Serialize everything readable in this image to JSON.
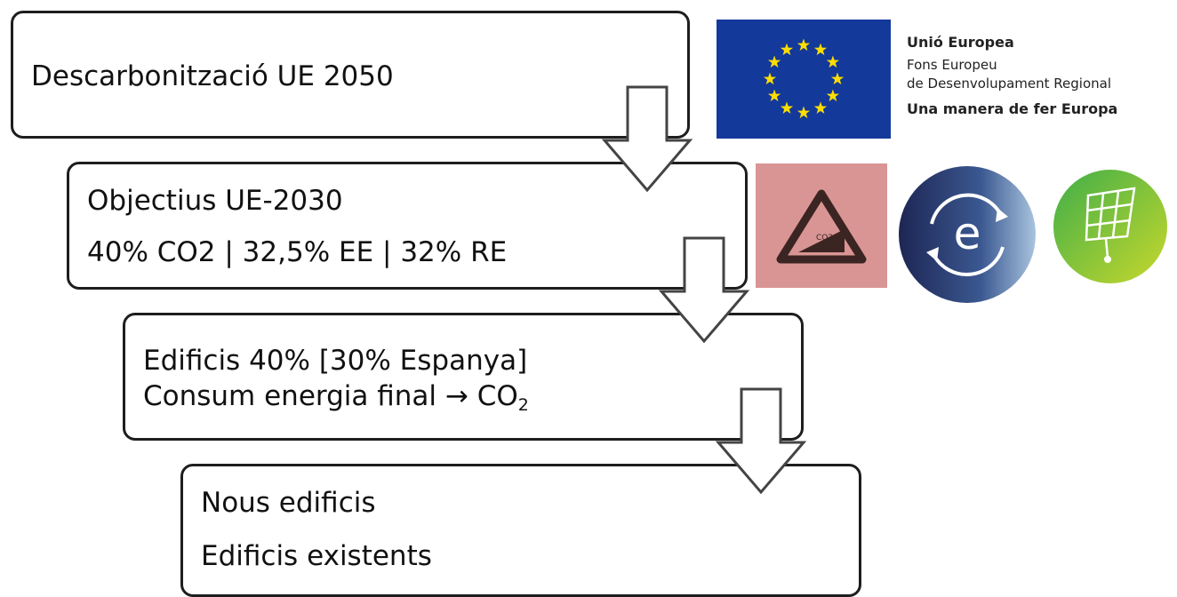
{
  "boxes": [
    {
      "line1": "Descarbonització UE 2050"
    },
    {
      "line1": "Objectius UE-2030",
      "line2": "40% CO2 | 32,5% EE | 32% RE"
    },
    {
      "line1": "Edificis 40% [30% Espanya]",
      "line2_text": "Consum energia final → CO",
      "line2_sub": "2"
    },
    {
      "line1": "Nous edificis",
      "line2": "Edificis existents"
    }
  ],
  "eu_logo": {
    "union": "Unió Europea",
    "fund_line1": "Fons Europeu",
    "fund_line2": "de Desenvolupament Regional",
    "motto": "Una manera de fer Europa",
    "flag_color": "#13399a",
    "star_color": "#ffdd00"
  },
  "icons": {
    "co2_label": "CO2",
    "energy_letter": "e",
    "co2_tile_color": "#d99594"
  }
}
